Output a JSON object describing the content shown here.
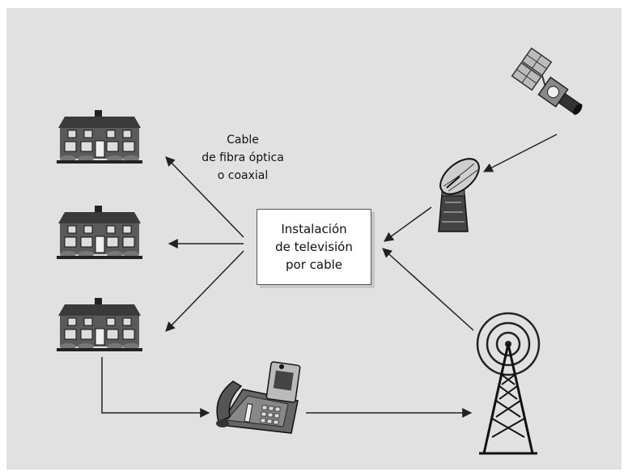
{
  "center_box": {
    "line1": "Instalación",
    "line2": "de televisión",
    "line3": "por cable"
  },
  "cable_label": {
    "line1": "Cable",
    "line2": "de fibra óptica",
    "line3": "o coaxial"
  },
  "colors": {
    "background_panel": "#e1e1e1",
    "box_fill": "#ffffff",
    "line": "#222222"
  },
  "icons": [
    "house-icon",
    "house-icon",
    "house-icon",
    "satellite-icon",
    "dish-antenna-icon",
    "radio-tower-icon",
    "telephone-icon"
  ]
}
